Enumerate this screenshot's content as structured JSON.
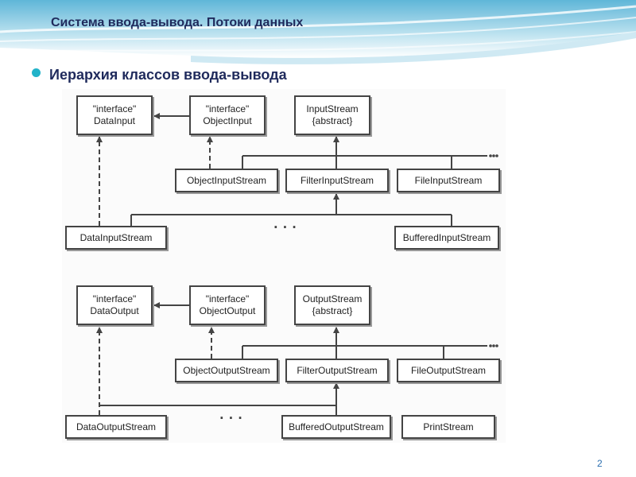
{
  "slide": {
    "title": "Система ввода-вывода. Потоки данных",
    "bullet": "Иерархия классов ввода-вывода",
    "page_number": "2"
  },
  "colors": {
    "title": "#1f2a5c",
    "bullet": "#22b3c9",
    "box_border": "#444444",
    "page_number": "#2b6fb0"
  },
  "input": {
    "data_input": {
      "line1": "\"interface\"",
      "line2": "DataInput"
    },
    "object_input": {
      "line1": "\"interface\"",
      "line2": "ObjectInput"
    },
    "input_stream": {
      "line1": "InputStream",
      "line2": "{abstract}"
    },
    "object_input_stream": "ObjectInputStream",
    "filter_input_stream": "FilterInputStream",
    "file_input_stream": "FileInputStream",
    "data_input_stream": "DataInputStream",
    "buffered_input_stream": "BufferedInputStream"
  },
  "output": {
    "data_output": {
      "line1": "\"interface\"",
      "line2": "DataOutput"
    },
    "object_output": {
      "line1": "\"interface\"",
      "line2": "ObjectOutput"
    },
    "output_stream": {
      "line1": "OutputStream",
      "line2": "{abstract}"
    },
    "object_output_stream": "ObjectOutputStream",
    "filter_output_stream": "FilterOutputStream",
    "file_output_stream": "FileOutputStream",
    "data_output_stream": "DataOutputStream",
    "buffered_output_stream": "BufferedOutputStream",
    "print_stream": "PrintStream"
  },
  "ellipsis": "..."
}
